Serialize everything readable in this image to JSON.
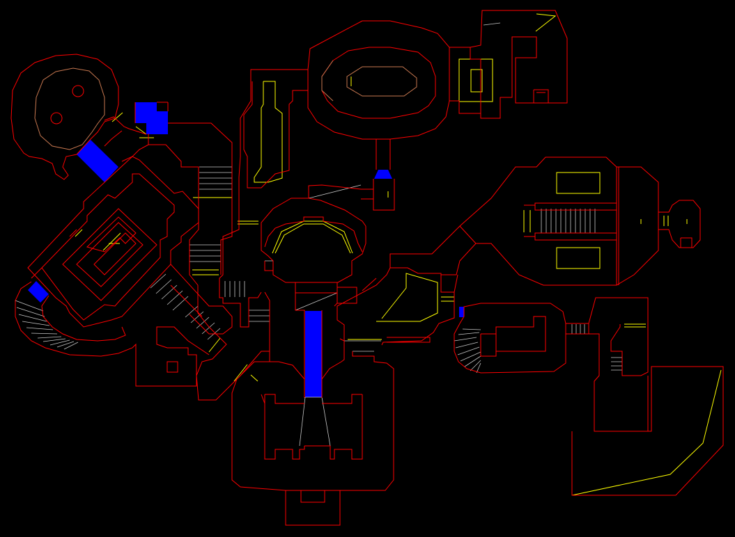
{
  "map": {
    "view": "automap",
    "colors": {
      "background": "#000000",
      "wall": "#ff0000",
      "door": "#ffff00",
      "step": "#c8c8c8",
      "secret": "#b4b4ff",
      "liquid": "#0000ff"
    },
    "icons": [
      "wall-line",
      "door-line",
      "step-line",
      "liquid-floor"
    ]
  }
}
